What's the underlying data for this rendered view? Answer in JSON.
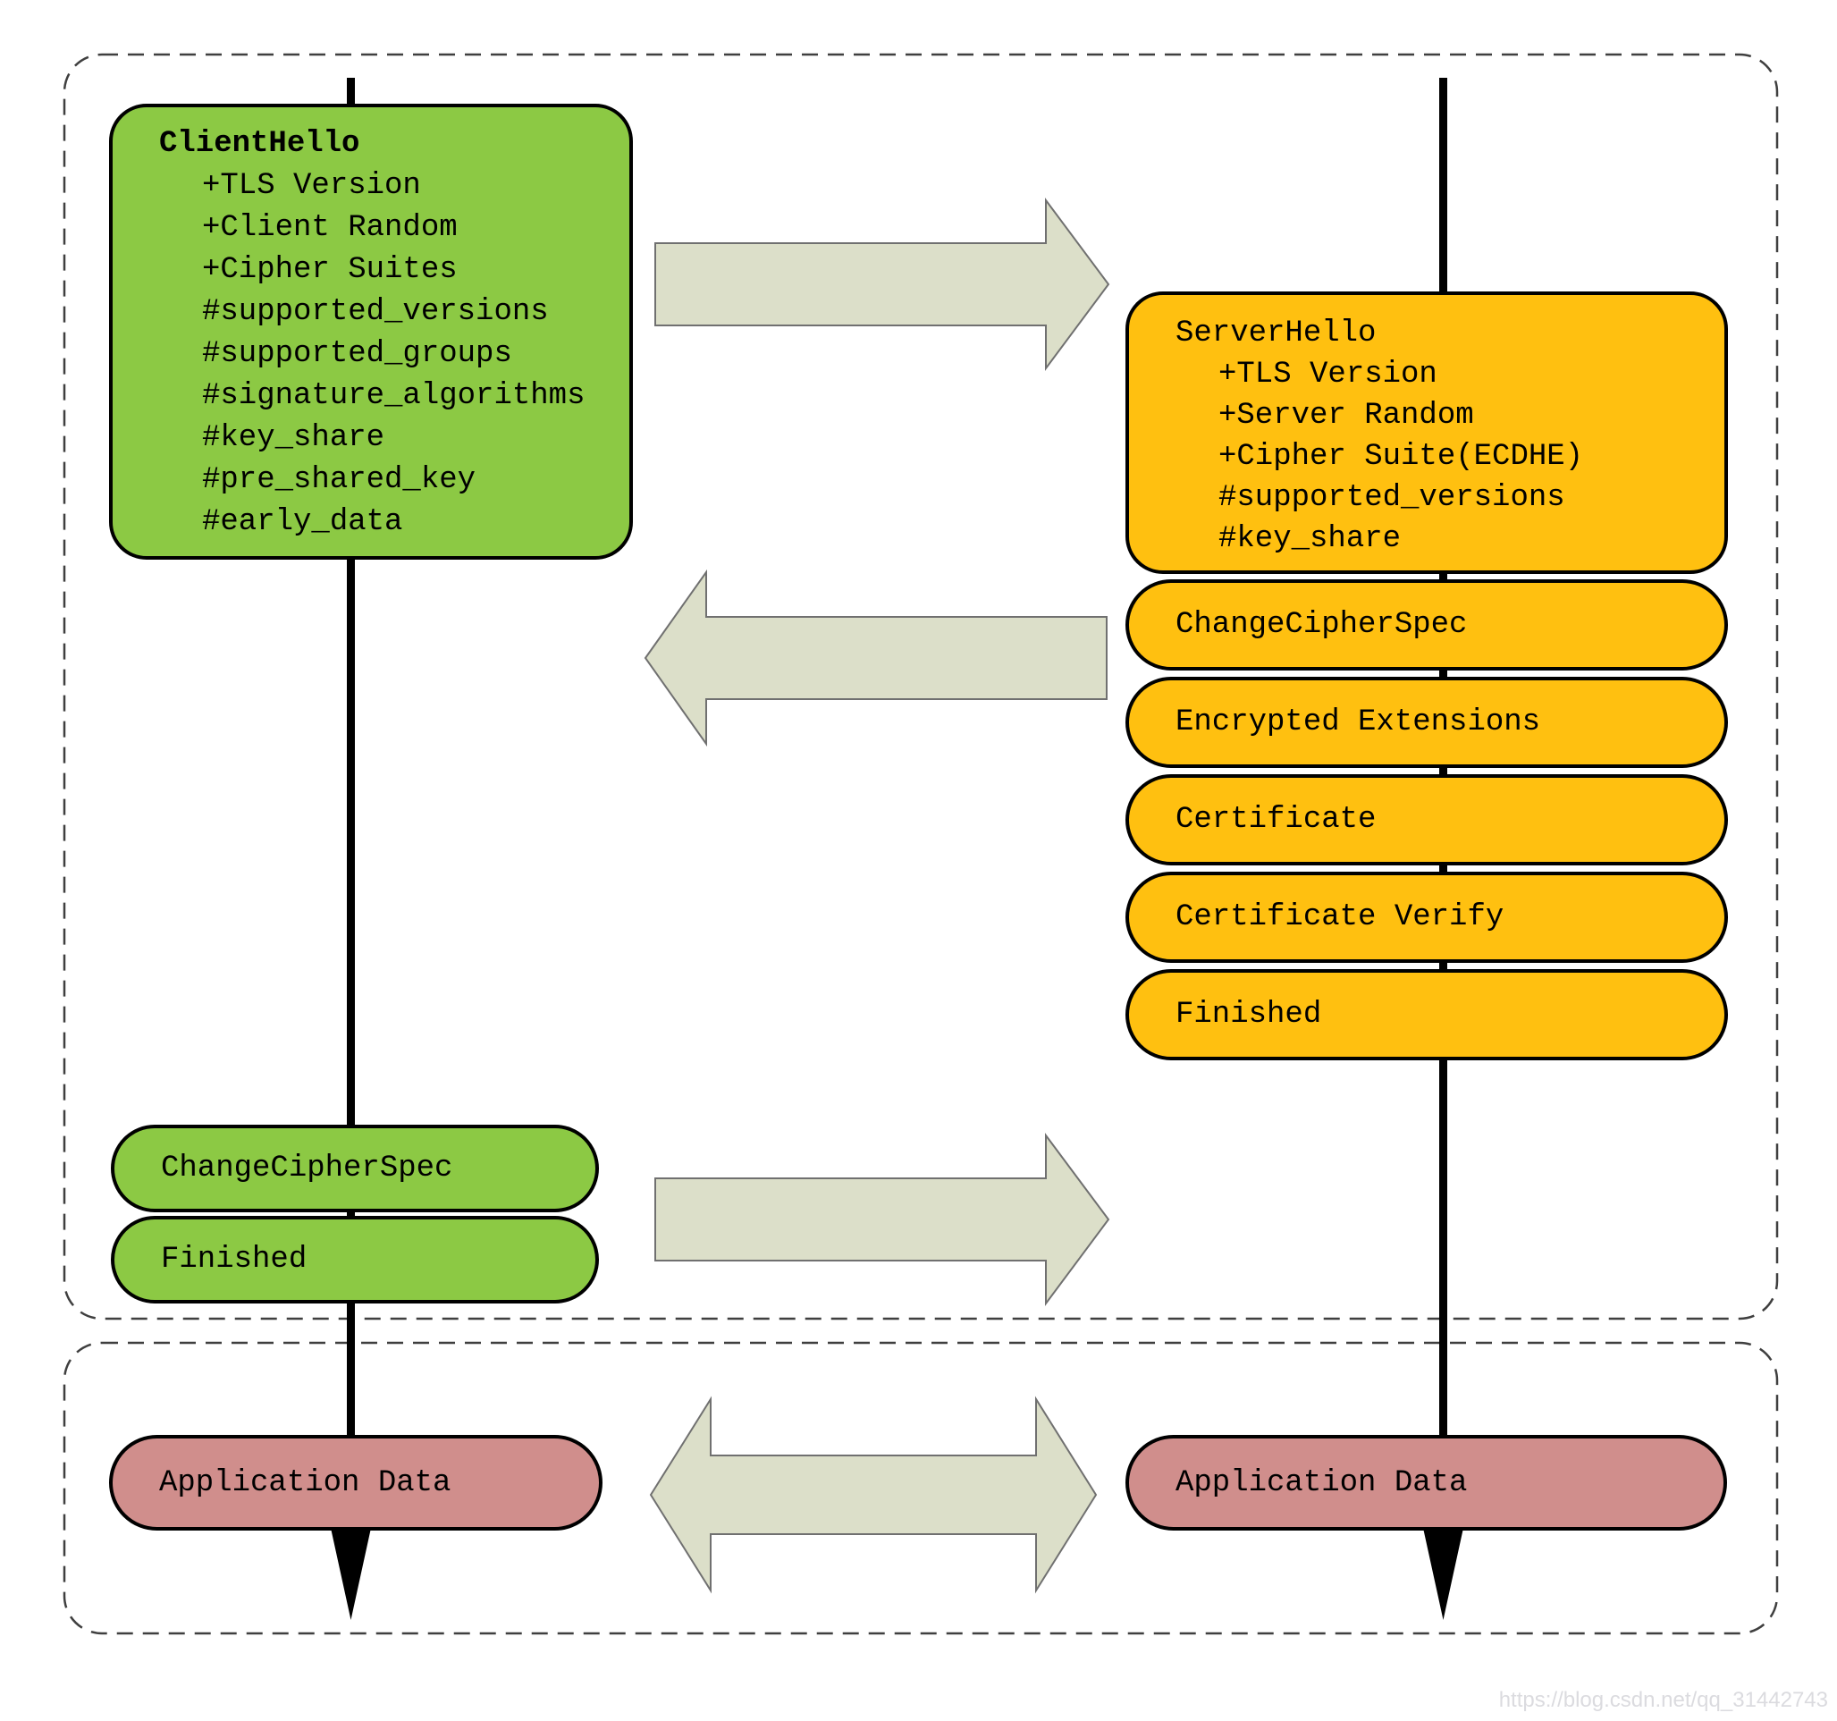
{
  "client_hello": {
    "title": "ClientHello",
    "items": [
      "+TLS Version",
      "+Client Random",
      "+Cipher Suites",
      "#supported_versions",
      "#supported_groups",
      "#signature_algorithms",
      "#key_share",
      "#pre_shared_key",
      "#early_data"
    ]
  },
  "server_hello": {
    "title": "ServerHello",
    "items": [
      "+TLS Version",
      "+Server Random",
      "+Cipher Suite(ECDHE)",
      "#supported_versions",
      "#key_share"
    ]
  },
  "server_messages": [
    "ChangeCipherSpec",
    "Encrypted Extensions",
    "Certificate",
    "Certificate Verify",
    "Finished"
  ],
  "client_messages": [
    "ChangeCipherSpec",
    "Finished"
  ],
  "client_app_data": "Application Data",
  "server_app_data": "Application Data",
  "watermark": "https://blog.csdn.net/qq_31442743",
  "colors": {
    "client_box": "#8CC944",
    "server_box": "#FFC010",
    "app_data_box": "#D08E8C",
    "arrow_fill": "#DCDFC9",
    "arrow_stroke": "#707070",
    "box_border": "#000000",
    "dashed_border": "#3f3f3f",
    "watermark_text": "#dbdbdf"
  }
}
